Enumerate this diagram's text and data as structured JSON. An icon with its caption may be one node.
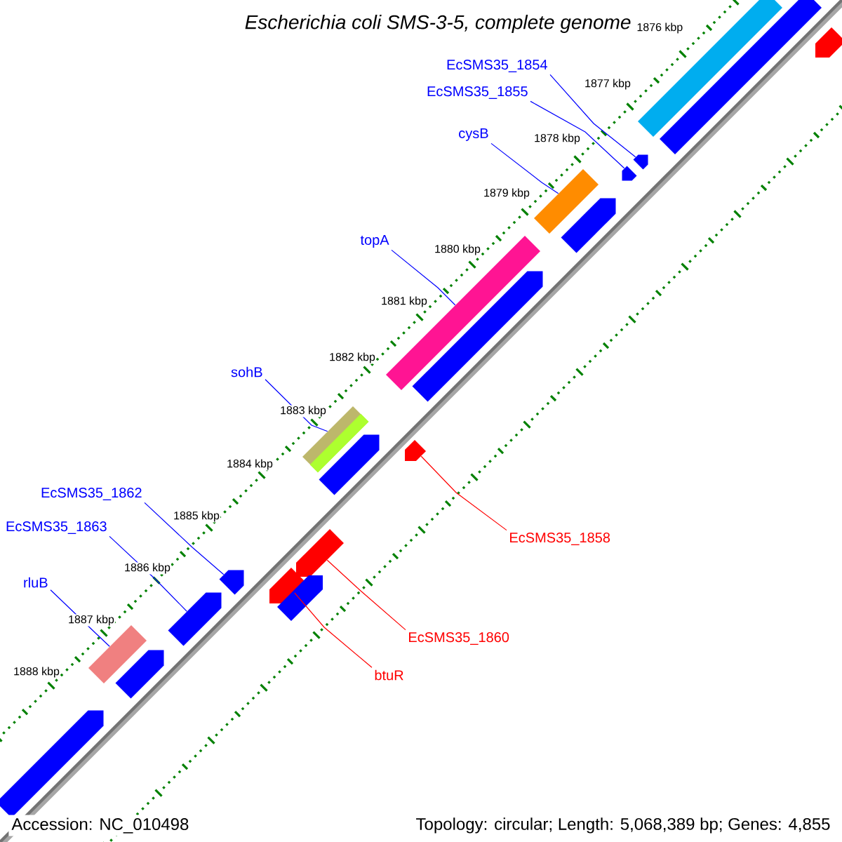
{
  "diagram": {
    "title": "Escherichia coli SMS-3-5, complete genome",
    "nodes": [
      {
        "text": [
          "EcSMS35_1854"
        ]
      },
      {
        "text": [
          "EcSMS35_1855"
        ]
      },
      {
        "text": [
          "cysB"
        ]
      },
      {
        "text": [
          "topA"
        ]
      },
      {
        "text": [
          "sohB"
        ]
      },
      {
        "text": [
          "EcSMS35_1858"
        ]
      },
      {
        "text": [
          "EcSMS35_1862"
        ]
      },
      {
        "text": [
          "EcSMS35_1863"
        ]
      },
      {
        "text": [
          "EcSMS35_1860"
        ]
      },
      {
        "text": [
          "rluB"
        ]
      },
      {
        "text": [
          "btuR"
        ]
      },
      {
        "text": [],
        "shape": "arrow"
      },
      {
        "text": [],
        "shape": "arrow"
      },
      {
        "text": [],
        "shape": "bar"
      },
      {
        "text": [],
        "shape": "bar"
      },
      {
        "text": [],
        "shape": "bar"
      },
      {
        "text": [],
        "shape": "arrow"
      },
      {
        "text": [],
        "shape": "arrow"
      },
      {
        "text": [],
        "shape": "arrow"
      },
      {
        "text": [],
        "shape": "arrow"
      },
      {
        "text": [],
        "shape": "arrow"
      },
      {
        "text": [],
        "shape": "bar"
      },
      {
        "text": [],
        "shape": "bar"
      },
      {
        "text": [],
        "shape": "bar"
      },
      {
        "text": [],
        "shape": "arrow"
      },
      {
        "text": [],
        "shape": "arrow"
      },
      {
        "text": [],
        "shape": "arrow"
      },
      {
        "text": [],
        "shape": "arrow"
      },
      {
        "text": [],
        "shape": "arrow"
      },
      {
        "text": [],
        "shape": "arrow"
      },
      {
        "text": [],
        "shape": "arrow"
      }
    ],
    "edges": [
      {
        "from": 0,
        "to": 12,
        "arrow": "none"
      },
      {
        "from": 1,
        "to": 11,
        "arrow": "none"
      },
      {
        "from": 2,
        "to": 13,
        "arrow": "none"
      },
      {
        "from": 3,
        "to": 14,
        "arrow": "none"
      },
      {
        "from": 4,
        "to": 15,
        "arrow": "none"
      },
      {
        "from": 5,
        "to": 16,
        "arrow": "none",
        "color": "#ff0000"
      },
      {
        "from": 6,
        "to": 18,
        "arrow": "none"
      },
      {
        "from": 7,
        "to": 20,
        "arrow": "none"
      },
      {
        "from": 8,
        "to": 17,
        "arrow": "none",
        "color": "#ff0000"
      },
      {
        "from": 9,
        "to": 21,
        "arrow": "none"
      },
      {
        "from": 10,
        "to": 19,
        "arrow": "none",
        "color": "#ff0000"
      }
    ],
    "labels": [
      "1876 kbp",
      "1877 kbp",
      "1878 kbp",
      "1879 kbp",
      "1880 kbp",
      "1881 kbp",
      "1882 kbp",
      "1883 kbp",
      "1884 kbp",
      "1885 kbp",
      "1886 kbp",
      "1887 kbp",
      "1888 kbp",
      "Accession: NC_010498",
      "Topology: circular; Length: 5,068,389 bp; Genes: 4,855"
    ]
  }
}
